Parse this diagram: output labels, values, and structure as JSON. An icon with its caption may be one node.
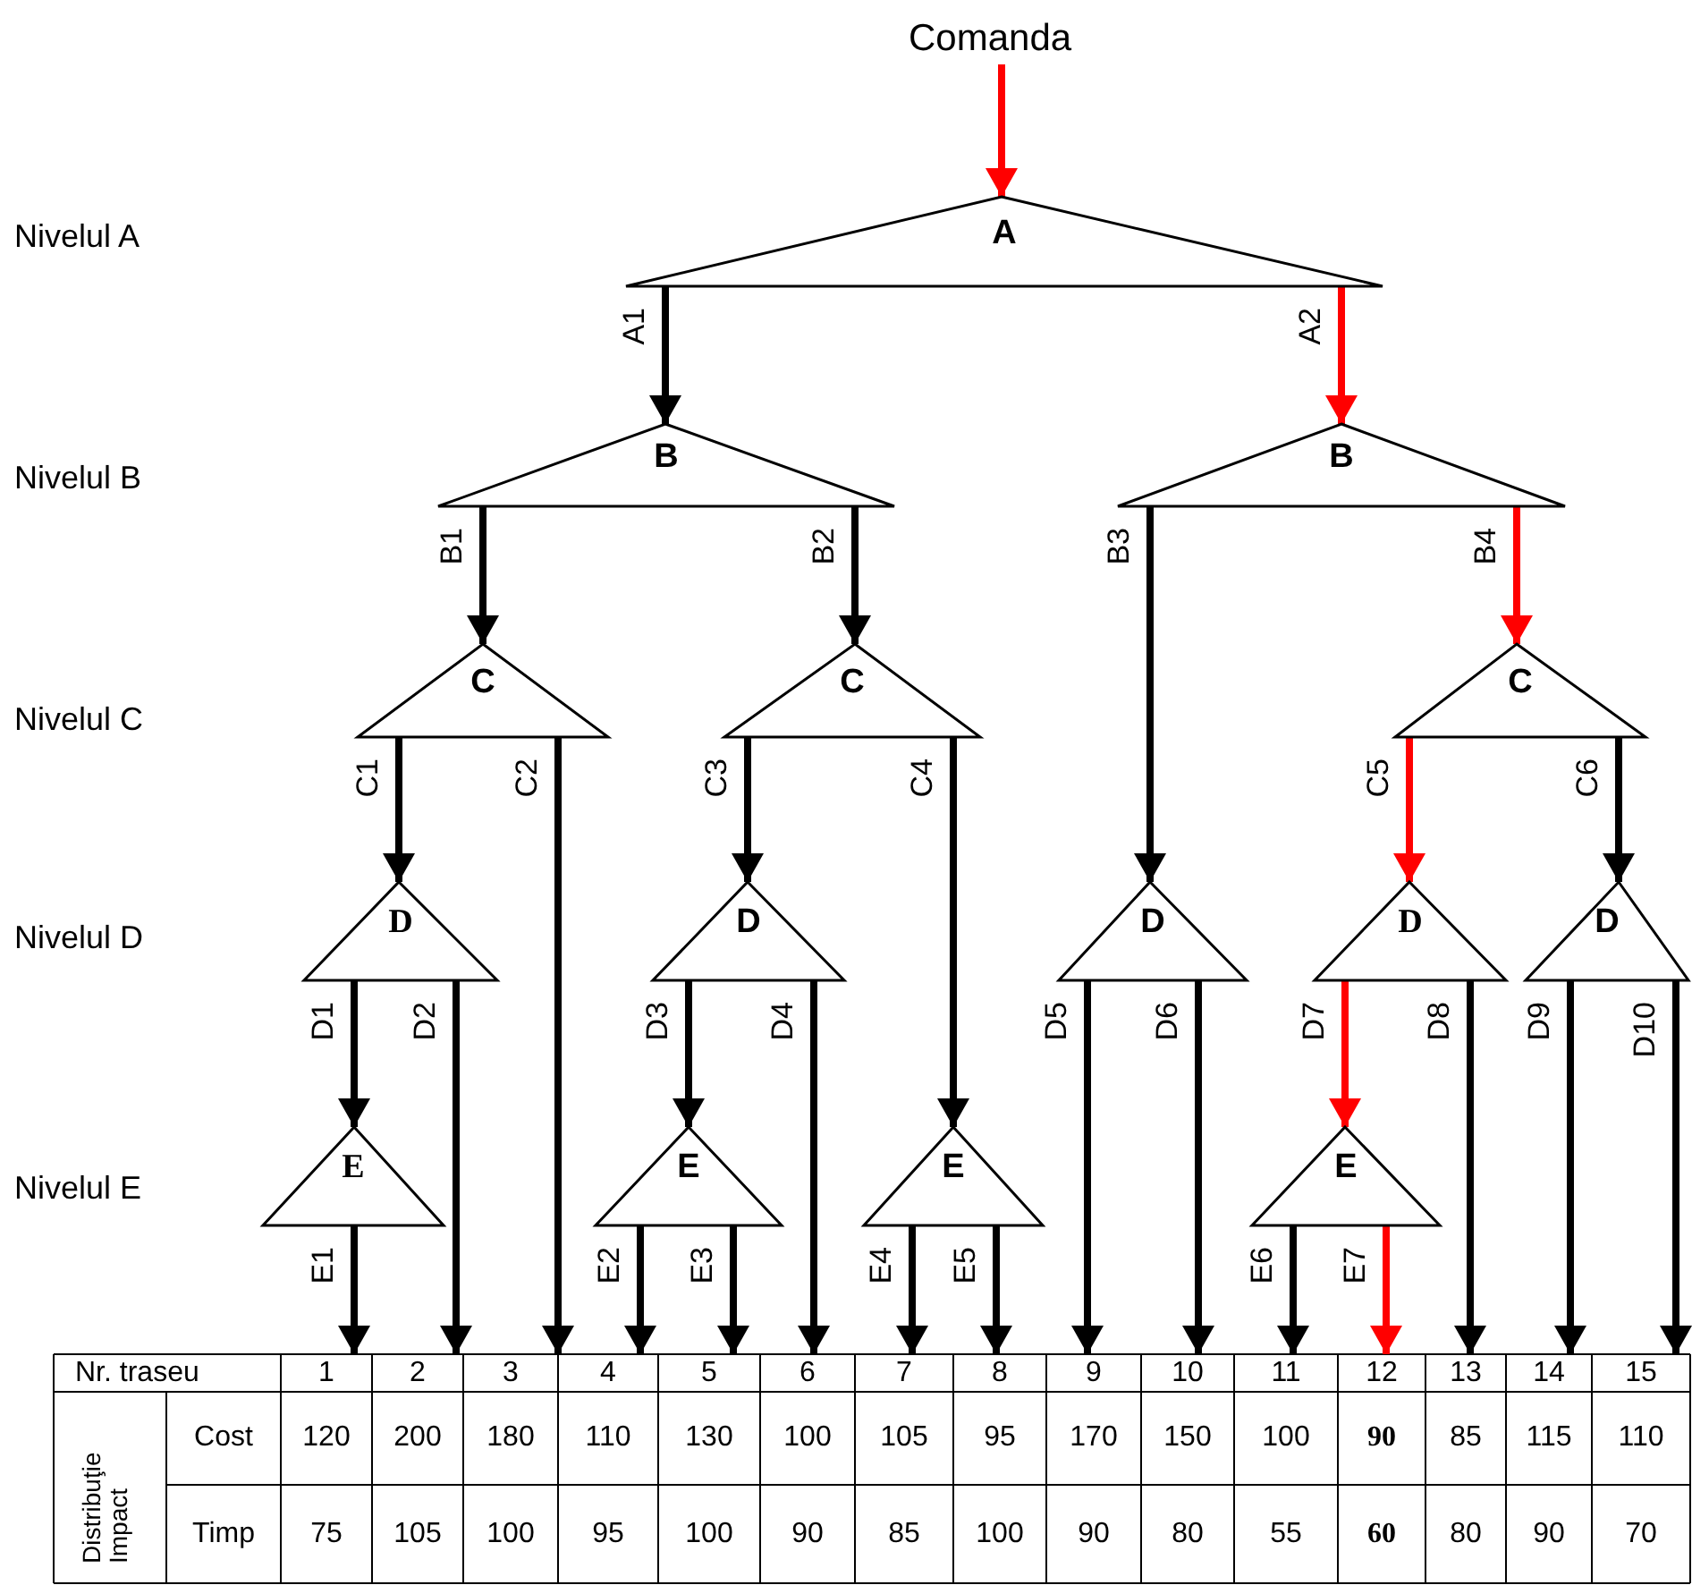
{
  "diagram": {
    "nodes": [
      {
        "text": [
          "Comanda"
        ]
      },
      {
        "text": [
          "A"
        ]
      },
      {
        "text": [
          "B"
        ]
      },
      {
        "text": [
          "B"
        ]
      },
      {
        "text": [
          "C"
        ]
      },
      {
        "text": [
          "C"
        ]
      },
      {
        "text": [
          "C"
        ]
      },
      {
        "text": [
          "D"
        ]
      },
      {
        "text": [
          "D"
        ]
      },
      {
        "text": [
          "D"
        ]
      },
      {
        "text": [
          "D"
        ]
      },
      {
        "text": [
          "D"
        ]
      },
      {
        "text": [
          "E"
        ]
      },
      {
        "text": [
          "E"
        ]
      },
      {
        "text": [
          "E"
        ]
      },
      {
        "text": [
          "E"
        ]
      },
      {
        "text": [
          "1"
        ]
      },
      {
        "text": [
          "2"
        ]
      },
      {
        "text": [
          "3"
        ]
      },
      {
        "text": [
          "4"
        ]
      },
      {
        "text": [
          "5"
        ]
      },
      {
        "text": [
          "6"
        ]
      },
      {
        "text": [
          "7"
        ]
      },
      {
        "text": [
          "8"
        ]
      },
      {
        "text": [
          "9"
        ]
      },
      {
        "text": [
          "10"
        ]
      },
      {
        "text": [
          "11"
        ]
      },
      {
        "text": [
          "12"
        ]
      },
      {
        "text": [
          "13"
        ]
      },
      {
        "text": [
          "14"
        ]
      },
      {
        "text": [
          "15"
        ]
      }
    ],
    "edges": [
      {
        "from": 0,
        "to": 1,
        "arrow": "to",
        "color": "#ff0000"
      },
      {
        "from": 1,
        "to": 2,
        "arrow": "to",
        "label": "A1"
      },
      {
        "from": 1,
        "to": 3,
        "arrow": "to",
        "label": "A2",
        "color": "#ff0000"
      },
      {
        "from": 2,
        "to": 4,
        "arrow": "to",
        "label": "B1"
      },
      {
        "from": 2,
        "to": 5,
        "arrow": "to",
        "label": "B2"
      },
      {
        "from": 3,
        "to": 9,
        "arrow": "to",
        "label": "B3"
      },
      {
        "from": 3,
        "to": 6,
        "arrow": "to",
        "label": "B4",
        "color": "#ff0000"
      },
      {
        "from": 4,
        "to": 7,
        "arrow": "to",
        "label": "C1"
      },
      {
        "from": 4,
        "to": 18,
        "arrow": "to",
        "label": "C2"
      },
      {
        "from": 5,
        "to": 8,
        "arrow": "to",
        "label": "C3"
      },
      {
        "from": 5,
        "to": 14,
        "arrow": "to",
        "label": "C4"
      },
      {
        "from": 6,
        "to": 10,
        "arrow": "to",
        "label": "C5",
        "color": "#ff0000"
      },
      {
        "from": 6,
        "to": 11,
        "arrow": "to",
        "label": "C6"
      },
      {
        "from": 7,
        "to": 12,
        "arrow": "to",
        "label": "D1"
      },
      {
        "from": 7,
        "to": 17,
        "arrow": "to",
        "label": "D2"
      },
      {
        "from": 8,
        "to": 13,
        "arrow": "to",
        "label": "D3"
      },
      {
        "from": 8,
        "to": 21,
        "arrow": "to",
        "label": "D4"
      },
      {
        "from": 9,
        "to": 24,
        "arrow": "to",
        "label": "D5"
      },
      {
        "from": 9,
        "to": 25,
        "arrow": "to",
        "label": "D6"
      },
      {
        "from": 10,
        "to": 15,
        "arrow": "to",
        "label": "D7",
        "color": "#ff0000"
      },
      {
        "from": 10,
        "to": 28,
        "arrow": "to",
        "label": "D8"
      },
      {
        "from": 11,
        "to": 29,
        "arrow": "to",
        "label": "D9"
      },
      {
        "from": 11,
        "to": 30,
        "arrow": "to",
        "label": "D10"
      },
      {
        "from": 12,
        "to": 16,
        "arrow": "to",
        "label": "E1"
      },
      {
        "from": 13,
        "to": 19,
        "arrow": "to",
        "label": "E2"
      },
      {
        "from": 13,
        "to": 20,
        "arrow": "to",
        "label": "E3"
      },
      {
        "from": 14,
        "to": 22,
        "arrow": "to",
        "label": "E4"
      },
      {
        "from": 14,
        "to": 23,
        "arrow": "to",
        "label": "E5"
      },
      {
        "from": 15,
        "to": 26,
        "arrow": "to",
        "label": "E6"
      },
      {
        "from": 15,
        "to": 27,
        "arrow": "to",
        "label": "E7",
        "color": "#ff0000"
      }
    ],
    "labels": [
      "Nivelul A",
      "Nivelul B",
      "Nivelul C",
      "Nivelul D",
      "Nivelul E",
      "Nr. traseu",
      "Distribuţie Impact",
      "Cost",
      "120",
      "200",
      "180",
      "110",
      "130",
      "100",
      "105",
      "95",
      "170",
      "150",
      "100",
      "90",
      "85",
      "115",
      "110",
      "Timp",
      "75",
      "105",
      "100",
      "95",
      "100",
      "90",
      "85",
      "100",
      "90",
      "80",
      "55",
      "60",
      "80",
      "90",
      "70"
    ]
  }
}
